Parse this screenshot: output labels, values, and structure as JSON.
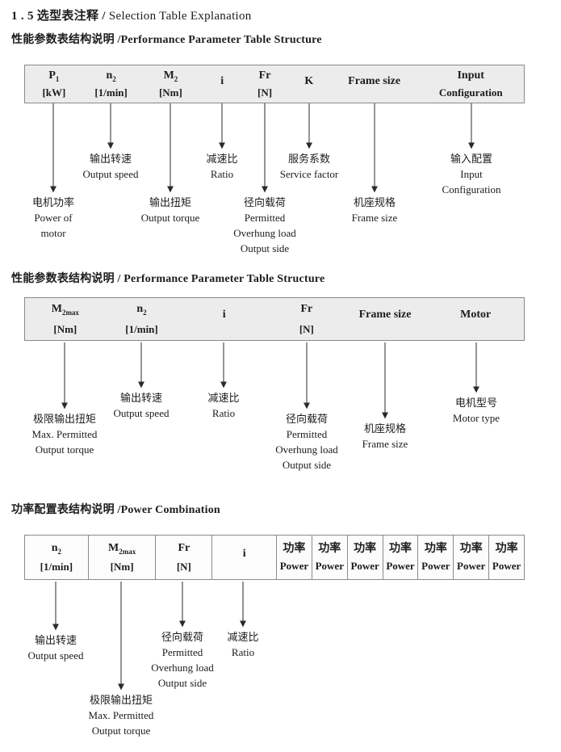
{
  "page_title": {
    "zh": "1 . 5 选型表注释 /",
    "en": " Selection Table Explanation"
  },
  "colors": {
    "table_bg": "#ececec",
    "table_border": "#8a8a8a",
    "arrow": "#2a2a2a"
  },
  "section1": {
    "heading": {
      "zh": "性能参数表结构说明 /",
      "en": "Performance Parameter Table Structure"
    },
    "columns": [
      {
        "base": "P",
        "sub": "1",
        "unit": "[kW]"
      },
      {
        "base": "n",
        "sub": "2",
        "unit": "[1/min]"
      },
      {
        "base": "M",
        "sub": "2",
        "unit": "[Nm]"
      },
      {
        "base": "i",
        "sub": "",
        "unit": ""
      },
      {
        "base": "Fr",
        "sub": "",
        "unit": "[N]"
      },
      {
        "base": "K",
        "sub": "",
        "unit": ""
      },
      {
        "base": "Frame size",
        "sub": "",
        "unit": ""
      },
      {
        "base": "Input",
        "sub": "",
        "unit": "Configuration"
      }
    ],
    "labels": [
      [
        "电机功率",
        "Power of",
        "motor"
      ],
      [
        "输出转速",
        "Output speed"
      ],
      [
        "输出扭矩",
        "Output torque"
      ],
      [
        "减速比",
        "Ratio"
      ],
      [
        "径向载荷",
        "Permitted",
        "Overhung load",
        "Output side"
      ],
      [
        "服务系数",
        "Service factor"
      ],
      [
        "机座规格",
        "Frame size"
      ],
      [
        "输入配置",
        "Input",
        "Configuration"
      ]
    ]
  },
  "section2": {
    "heading": {
      "zh": "性能参数表结构说明 / ",
      "en": "Performance Parameter Table Structure"
    },
    "columns": [
      {
        "base": "M",
        "sub": "2max",
        "unit": "[Nm]"
      },
      {
        "base": "n",
        "sub": "2",
        "unit": "[1/min]"
      },
      {
        "base": "i",
        "sub": "",
        "unit": ""
      },
      {
        "base": "Fr",
        "sub": "",
        "unit": "[N]"
      },
      {
        "base": "Frame size",
        "sub": "",
        "unit": ""
      },
      {
        "base": "Motor",
        "sub": "",
        "unit": ""
      }
    ],
    "labels": [
      [
        "极限输出扭矩",
        "Max. Permitted",
        "Output torque"
      ],
      [
        "输出转速",
        "Output speed"
      ],
      [
        "减速比",
        "Ratio"
      ],
      [
        "径向载荷",
        "Permitted",
        "Overhung load",
        "Output side"
      ],
      [
        "机座规格",
        "Frame size"
      ],
      [
        "电机型号",
        "Motor type"
      ]
    ]
  },
  "section3": {
    "heading": {
      "zh": "功率配置表结构说明 /",
      "en": "Power Combination"
    },
    "columns": [
      {
        "base": "n",
        "sub": "2",
        "unit": "[1/min]"
      },
      {
        "base": "M",
        "sub": "2max",
        "unit": "[Nm]"
      },
      {
        "base": "Fr",
        "sub": "",
        "unit": "[N]"
      },
      {
        "base": "i",
        "sub": "",
        "unit": ""
      }
    ],
    "power_columns": [
      {
        "zh": "功率",
        "en": "Power"
      },
      {
        "zh": "功率",
        "en": "Power"
      },
      {
        "zh": "功率",
        "en": "Power"
      },
      {
        "zh": "功率",
        "en": "Power"
      },
      {
        "zh": "功率",
        "en": "Power"
      },
      {
        "zh": "功率",
        "en": "Power"
      },
      {
        "zh": "功率",
        "en": "Power"
      }
    ],
    "labels": [
      [
        "输出转速",
        "Output speed"
      ],
      [
        "极限输出扭矩",
        "Max. Permitted",
        "Output torque"
      ],
      [
        "径向载荷",
        "Permitted",
        "Overhung load",
        "Output side"
      ],
      [
        "减速比",
        "Ratio"
      ]
    ]
  }
}
